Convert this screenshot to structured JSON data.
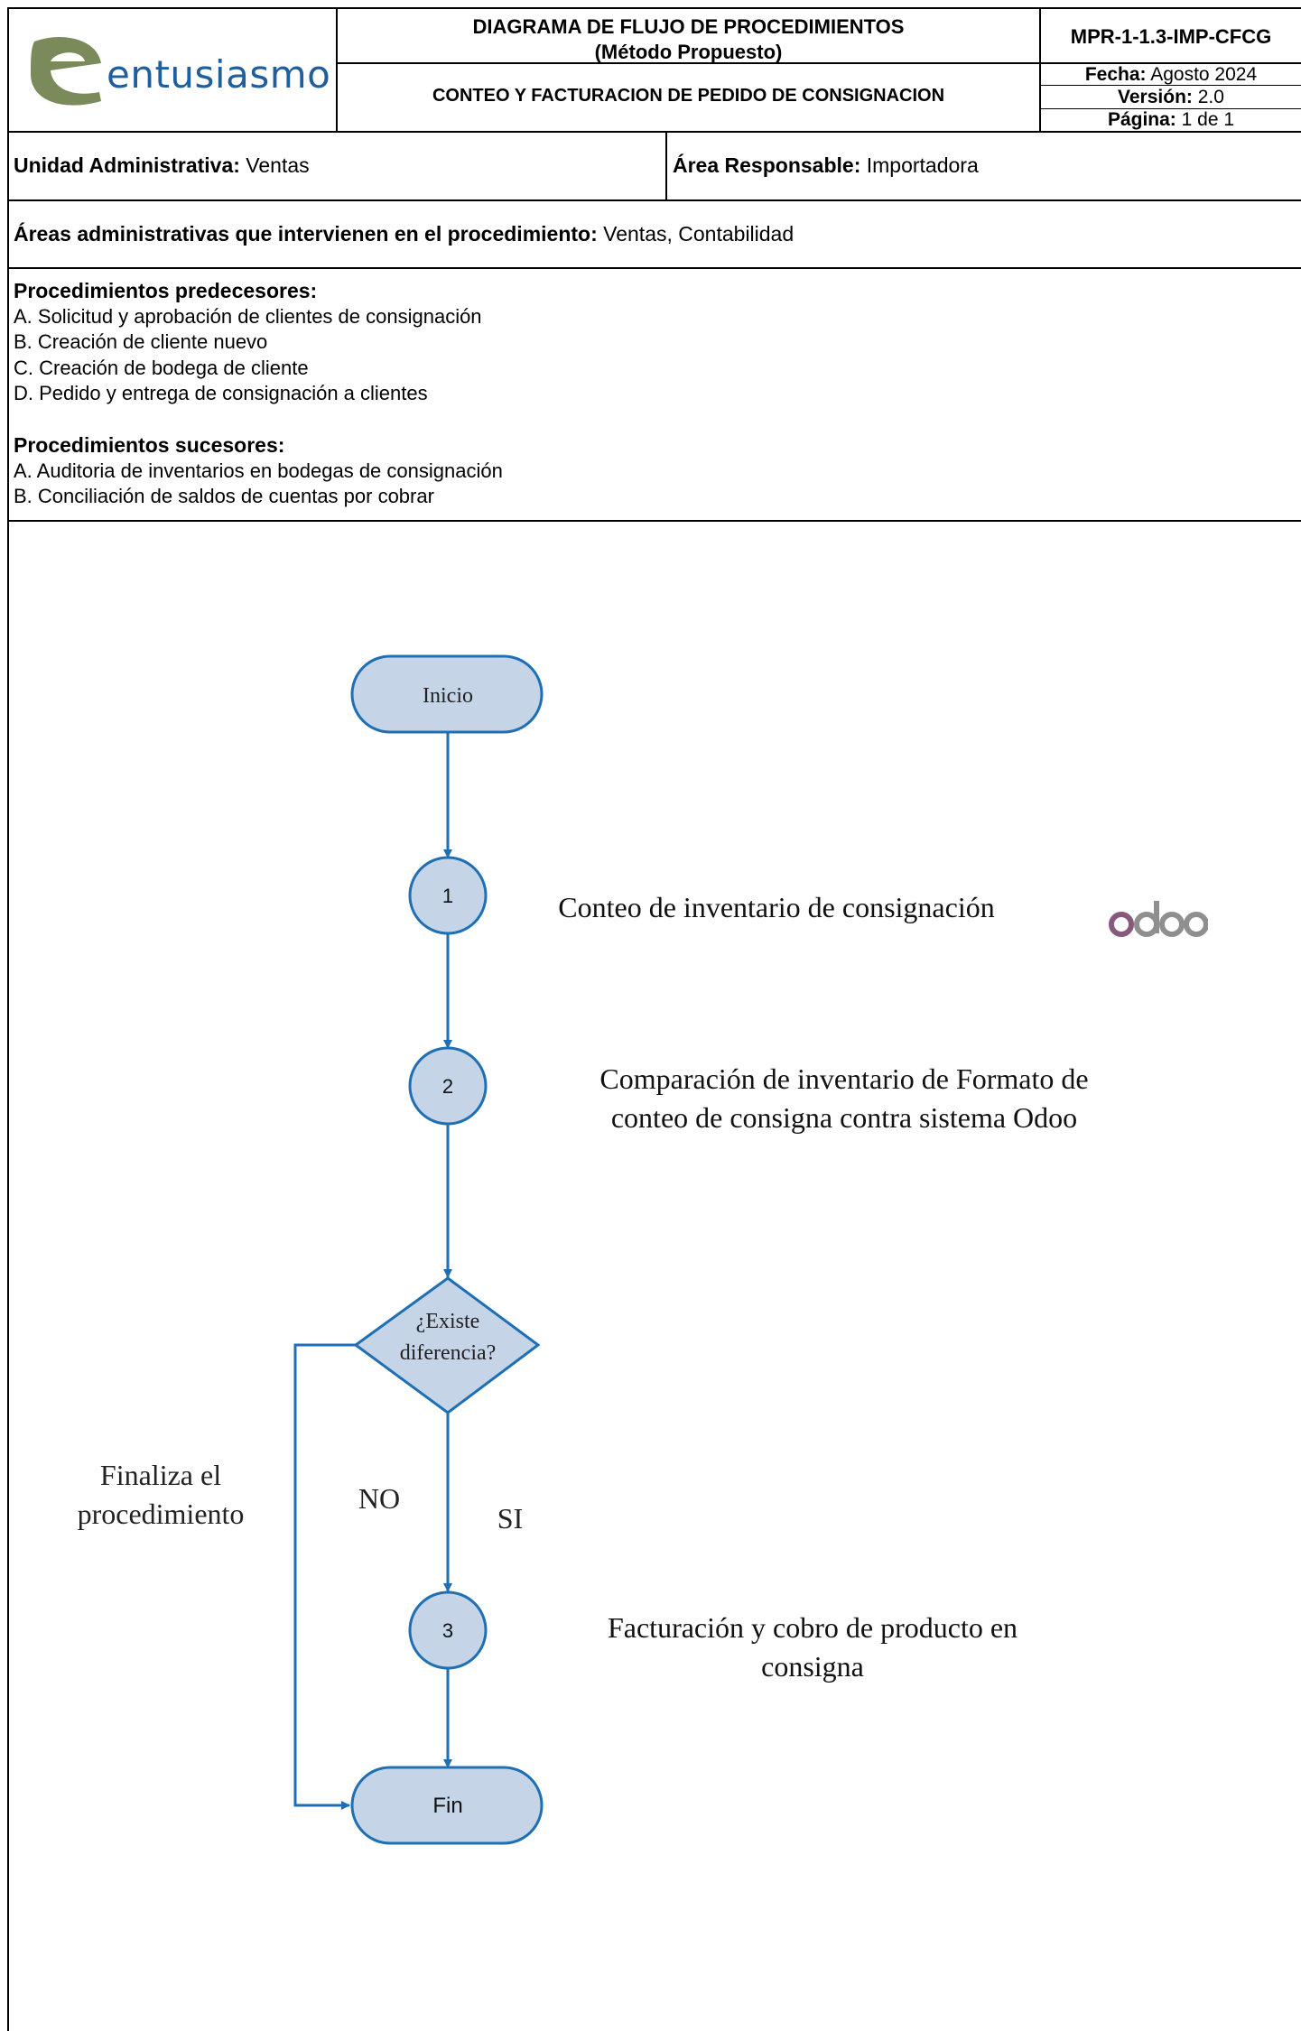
{
  "header": {
    "logo_text": "entusiasmo",
    "logo_letter": "e",
    "doc_title_line1": "DIAGRAMA DE FLUJO DE PROCEDIMIENTOS",
    "doc_title_line2": "(Método Propuesto)",
    "process_name": "CONTEO Y FACTURACION DE PEDIDO DE CONSIGNACION",
    "code": "MPR-1-1.3-IMP-CFCG",
    "fecha_label": "Fecha:",
    "fecha_value": "Agosto 2024",
    "version_label": "Versión:",
    "version_value": "2.0",
    "pagina_label": "Página:",
    "pagina_value": "1 de 1"
  },
  "info": {
    "unidad_label": "Unidad Administrativa:",
    "unidad_value": "Ventas",
    "area_label": "Área Responsable:",
    "area_value": "Importadora",
    "areas_label": "Áreas administrativas que intervienen en el procedimiento:",
    "areas_value": "Ventas, Contabilidad"
  },
  "predecesores": {
    "title": "Procedimientos predecesores:",
    "items": [
      "A. Solicitud y aprobación de clientes de consignación",
      "B. Creación de cliente nuevo",
      "C. Creación de bodega de cliente",
      "D. Pedido y entrega de consignación a clientes"
    ]
  },
  "sucesores": {
    "title": "Procedimientos sucesores:",
    "items": [
      "A. Auditoria de inventarios en bodegas de consignación",
      "B. Conciliación de saldos de cuentas por cobrar"
    ]
  },
  "flow": {
    "start_label": "Inicio",
    "end_label": "Fin",
    "steps": [
      {
        "number": "1",
        "description_lines": [
          "Conteo de inventario de consignación"
        ]
      },
      {
        "number": "2",
        "description_lines": [
          "Comparación de inventario de Formato de",
          "conteo de consigna contra sistema Odoo"
        ]
      },
      {
        "number": "3",
        "description_lines": [
          "Facturación y cobro de producto en",
          "consigna"
        ]
      }
    ],
    "decision_lines": [
      "¿Existe",
      "diferencia?"
    ],
    "branch_no": "NO",
    "branch_si": "SI",
    "no_note_lines": [
      "Finaliza el",
      "procedimiento"
    ],
    "software_logo": "odoo"
  },
  "colors": {
    "node_fill": "#c6d4e8",
    "node_stroke": "#1f6fb5",
    "arrow": "#1f6fb5",
    "logo_green": "#7a8a5a",
    "logo_blue": "#1f5f9e",
    "odoo_purple": "#875a7b",
    "odoo_gray": "#8f8f8f"
  }
}
